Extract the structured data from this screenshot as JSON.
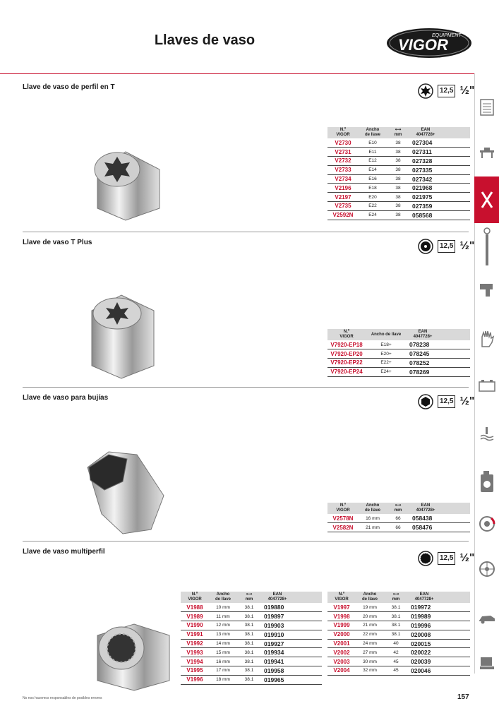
{
  "page": {
    "title": "Llaves de vaso",
    "number": "157",
    "footer_note": "No nos hacemos responsables de posibles errores"
  },
  "logo": {
    "brand": "VIGOR",
    "sub": "EQUIPMENT"
  },
  "colors": {
    "accent": "#c8102e"
  },
  "sidebar_icons": [
    "toolbox-icon",
    "workbench-icon",
    "tools-icon",
    "torque-wrench-icon",
    "impact-wrench-icon",
    "glove-icon",
    "battery-icon",
    "coolant-icon",
    "oil-canister-icon",
    "brake-disc-icon",
    "wheel-icon",
    "car-lift-icon",
    "vehicle-icon"
  ],
  "headers": {
    "no": "N.º",
    "vigor": "VIGOR",
    "ancho": "Ancho",
    "de_llave": "de llave",
    "ancho_full": "Ancho de llave",
    "mm": "mm",
    "ean": "EAN",
    "ean_prefix": "4047728+"
  },
  "sections": [
    {
      "title": "Llave de vaso de perfil en T",
      "drive_box": "12,5",
      "drive_inch": "½\"",
      "rows": [
        {
          "code": "V2730",
          "size": "E10",
          "len": "38",
          "ean": "027304"
        },
        {
          "code": "V2731",
          "size": "E11",
          "len": "38",
          "ean": "027311"
        },
        {
          "code": "V2732",
          "size": "E12",
          "len": "38",
          "ean": "027328"
        },
        {
          "code": "V2733",
          "size": "E14",
          "len": "38",
          "ean": "027335"
        },
        {
          "code": "V2734",
          "size": "E16",
          "len": "38",
          "ean": "027342"
        },
        {
          "code": "V2196",
          "size": "E18",
          "len": "38",
          "ean": "021968"
        },
        {
          "code": "V2197",
          "size": "E20",
          "len": "38",
          "ean": "021975"
        },
        {
          "code": "V2735",
          "size": "E22",
          "len": "38",
          "ean": "027359"
        },
        {
          "code": "V2592N",
          "size": "E24",
          "len": "38",
          "ean": "058568"
        }
      ]
    },
    {
      "title": "Llave de vaso T Plus",
      "drive_box": "12,5",
      "drive_inch": "½\"",
      "rows": [
        {
          "code": "V7920-EP18",
          "size": "E18+",
          "ean": "078238"
        },
        {
          "code": "V7920-EP20",
          "size": "E20+",
          "ean": "078245"
        },
        {
          "code": "V7920-EP22",
          "size": "E22+",
          "ean": "078252"
        },
        {
          "code": "V7920-EP24",
          "size": "E24+",
          "ean": "078269"
        }
      ]
    },
    {
      "title": "Llave de vaso para bujías",
      "drive_box": "12,5",
      "drive_inch": "½\"",
      "rows": [
        {
          "code": "V2578N",
          "size": "16 mm",
          "len": "66",
          "ean": "058438"
        },
        {
          "code": "V2582N",
          "size": "21 mm",
          "len": "66",
          "ean": "058476"
        }
      ]
    },
    {
      "title": "Llave de vaso multiperfil",
      "drive_box": "12,5",
      "drive_inch": "½\"",
      "rows_left": [
        {
          "code": "V1988",
          "size": "10 mm",
          "len": "38.1",
          "ean": "019880"
        },
        {
          "code": "V1989",
          "size": "11 mm",
          "len": "38.1",
          "ean": "019897"
        },
        {
          "code": "V1990",
          "size": "12 mm",
          "len": "38.1",
          "ean": "019903"
        },
        {
          "code": "V1991",
          "size": "13 mm",
          "len": "38.1",
          "ean": "019910"
        },
        {
          "code": "V1992",
          "size": "14 mm",
          "len": "38.1",
          "ean": "019927"
        },
        {
          "code": "V1993",
          "size": "15 mm",
          "len": "38.1",
          "ean": "019934"
        },
        {
          "code": "V1994",
          "size": "16 mm",
          "len": "38.1",
          "ean": "019941"
        },
        {
          "code": "V1995",
          "size": "17 mm",
          "len": "38.1",
          "ean": "019958"
        },
        {
          "code": "V1996",
          "size": "18 mm",
          "len": "38.1",
          "ean": "019965"
        }
      ],
      "rows_right": [
        {
          "code": "V1997",
          "size": "19 mm",
          "len": "38.1",
          "ean": "019972"
        },
        {
          "code": "V1998",
          "size": "20 mm",
          "len": "38.1",
          "ean": "019989"
        },
        {
          "code": "V1999",
          "size": "21 mm",
          "len": "38.1",
          "ean": "019996"
        },
        {
          "code": "V2000",
          "size": "22 mm",
          "len": "38.1",
          "ean": "020008"
        },
        {
          "code": "V2001",
          "size": "24 mm",
          "len": "40",
          "ean": "020015"
        },
        {
          "code": "V2002",
          "size": "27 mm",
          "len": "42",
          "ean": "020022"
        },
        {
          "code": "V2003",
          "size": "30 mm",
          "len": "45",
          "ean": "020039"
        },
        {
          "code": "V2004",
          "size": "32 mm",
          "len": "45",
          "ean": "020046"
        }
      ]
    }
  ]
}
